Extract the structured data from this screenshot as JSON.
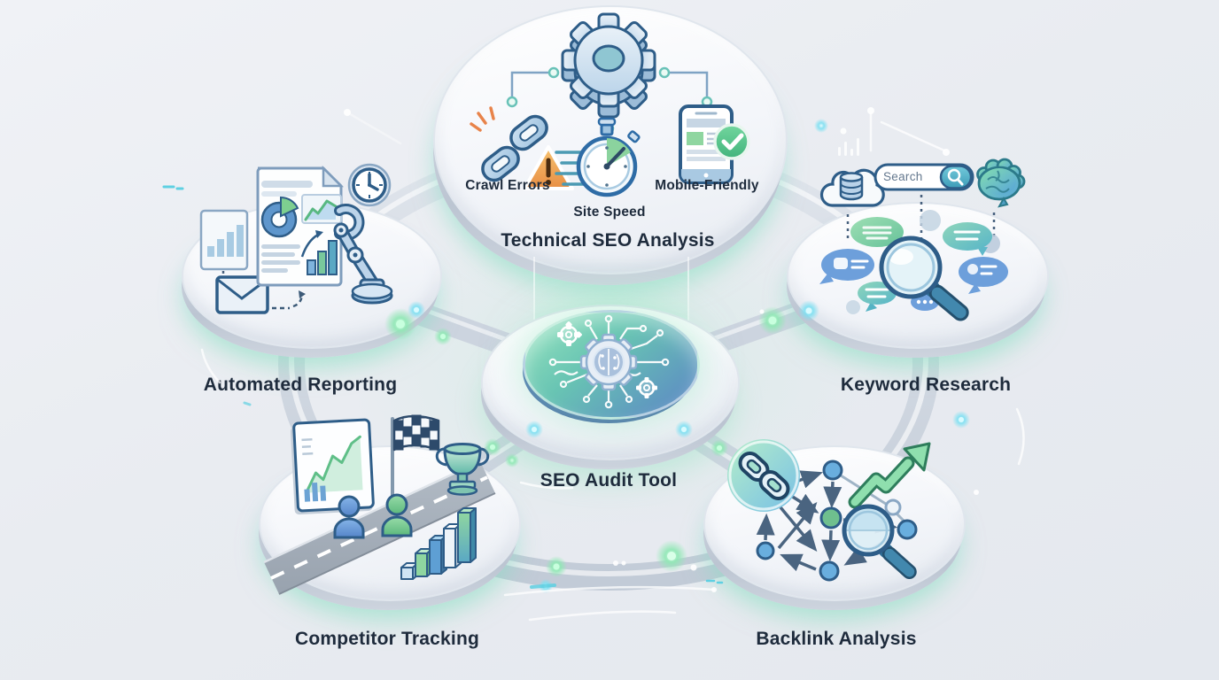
{
  "hub": {
    "label": "SEO Audit Tool"
  },
  "nodes": {
    "technical_seo": {
      "label": "Technical SEO Analysis",
      "features": [
        {
          "label": "Crawl Errors"
        },
        {
          "label": "Site Speed"
        },
        {
          "label": "Mobile-Friendly"
        }
      ]
    },
    "automated_reporting": {
      "label": "Automated Reporting"
    },
    "keyword_research": {
      "label": "Keyword Research",
      "search_box": {
        "placeholder": "Search"
      }
    },
    "competitor_tracking": {
      "label": "Competitor Tracking"
    },
    "backlink_analysis": {
      "label": "Backlink Analysis"
    }
  },
  "icons": {
    "hub": [
      "circuit-gear-icon"
    ],
    "technical_seo": [
      "gear-icon",
      "broken-link-icon",
      "warning-icon",
      "stopwatch-icon",
      "mobile-check-icon"
    ],
    "automated_reporting": [
      "report-document-icon",
      "pie-chart-icon",
      "line-chart-icon",
      "bar-chart-icon",
      "clock-icon",
      "robot-arm-icon",
      "envelope-icon"
    ],
    "keyword_research": [
      "cloud-database-icon",
      "search-bar-icon",
      "brain-icon",
      "magnifier-icon",
      "speech-bubble-icon"
    ],
    "competitor_tracking": [
      "trend-board-icon",
      "checkered-flag-icon",
      "trophy-icon",
      "race-road-icon",
      "person-icon",
      "bar-3d-icon"
    ],
    "backlink_analysis": [
      "link-badge-icon",
      "network-graph-icon",
      "magnifier-icon",
      "growth-arrow-icon"
    ]
  },
  "colors": {
    "background": "#e9ecf1",
    "ring": "#ccd4df",
    "disc_face": "#f6f8fb",
    "disc_rim": "#bcc5d2",
    "outline_navy": "#2e5d88",
    "text_dark": "#1e2b3c",
    "accent_green": "#8fdfae",
    "accent_teal": "#5fc0d0",
    "accent_blue": "#6aaede",
    "warning_orange": "#ee9a4c",
    "hub_gradient_start": "#97e5bf",
    "hub_gradient_end": "#5b83c6"
  }
}
